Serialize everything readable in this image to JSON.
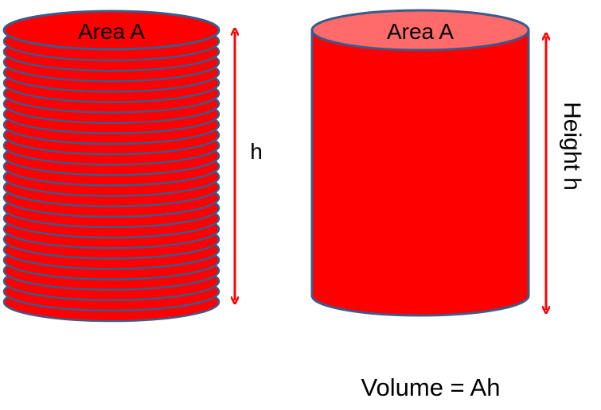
{
  "left_cylinder": {
    "top_label": "Area A",
    "height_label": "h"
  },
  "right_cylinder": {
    "top_label": "Area A",
    "height_label": "Height h"
  },
  "formula": "Volume = Ah",
  "colors": {
    "fill": "#ff0000",
    "right_top_fill": "#ff6b6b",
    "outline": "#3d5a8a",
    "arrow": "#ff0000",
    "text": "#000000"
  }
}
